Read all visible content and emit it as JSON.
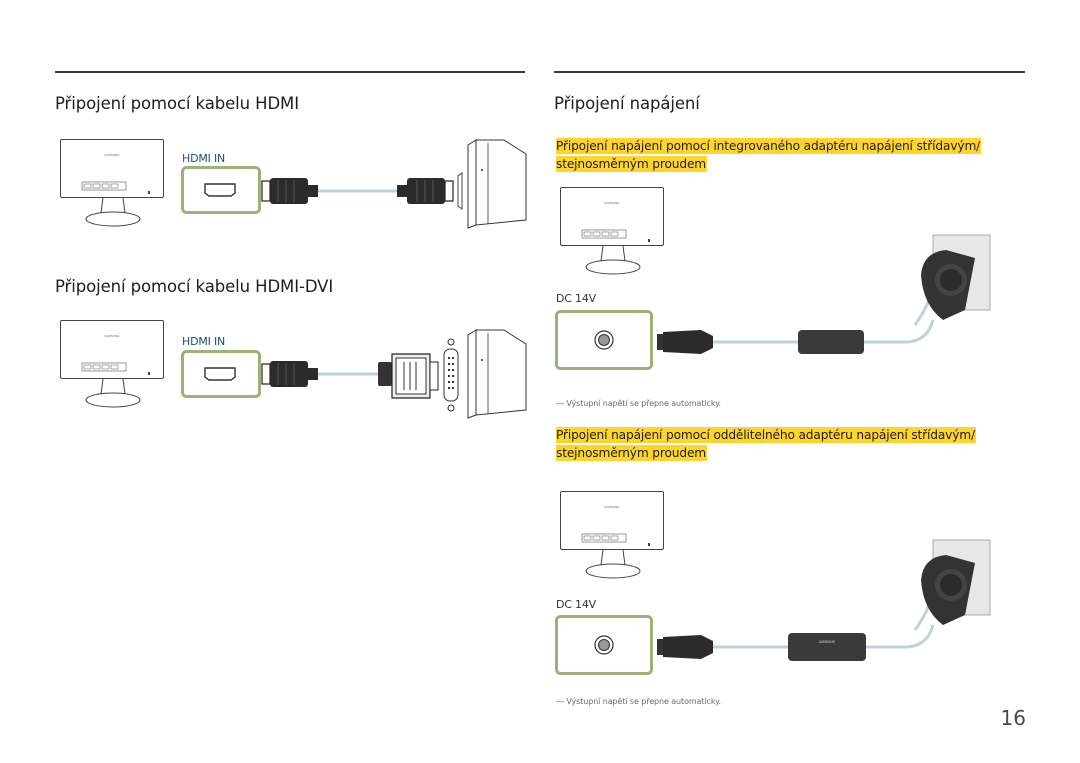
{
  "left": {
    "hdmi_title": "Připojení pomocí kabelu HDMI",
    "hdmidvi_title": "Připojení pomocí kabelu HDMI-DVI",
    "port_label_1": "HDMI IN",
    "port_label_2": "HDMI IN",
    "monitor_brand": "SAMSUNG"
  },
  "right": {
    "title": "Připojení napájení",
    "section1_line1": "Připojení napájení pomocí integrovaného adaptéru napájení střídavým/",
    "section1_line2": "stejnosměrným proudem",
    "dc_label_1": "DC 14V",
    "note_1": "― Výstupní napětí se přepne automaticky.",
    "section2_line1": "Připojení napájení pomocí oddělitelného adaptéru napájení střídavým/",
    "section2_line2": "stejnosměrným proudem",
    "dc_label_2": "DC 14V",
    "note_2": "― Výstupní napětí se přepne automaticky.",
    "monitor_brand": "SAMSUNG",
    "adapter_brand": "SAMSUNG"
  },
  "page_number": "16",
  "colors": {
    "rule": "#3a3a3a",
    "highlight": "#ffd52c",
    "port_frame": "#9db27a",
    "cable": "#bcd3dc",
    "port_label": "#1a4c7a"
  },
  "icons": [
    "monitor-icon",
    "hdmi-port-icon",
    "hdmi-plug-icon",
    "pc-tower-icon",
    "dvi-plug-icon",
    "dc-jack-icon",
    "power-adapter-icon",
    "wall-plug-icon"
  ]
}
